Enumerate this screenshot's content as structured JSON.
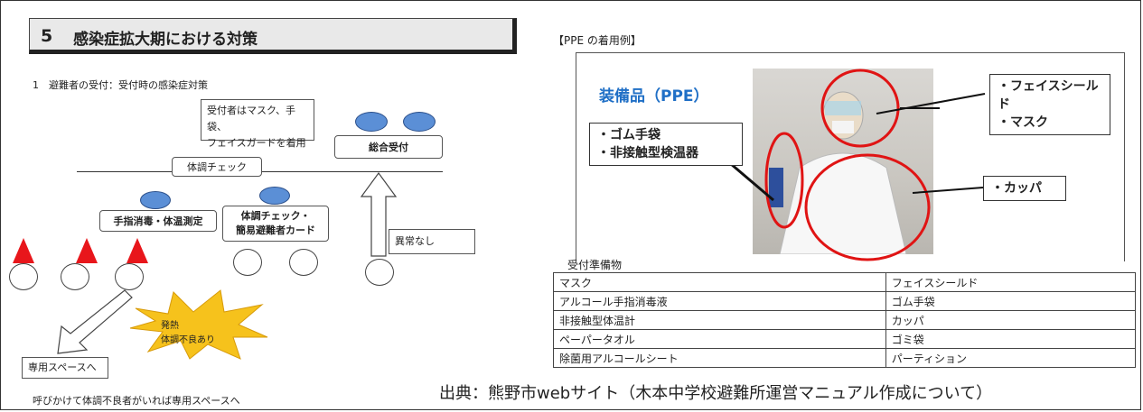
{
  "left_panel": {
    "title_number": "5",
    "title": "感染症拡大期における対策",
    "subtitle": "1　避難者の受付：受付時の感染症対策",
    "note_box": [
      "受付者はマスク、手袋、",
      "フェイスガードを着用"
    ],
    "reception_label": "総合受付",
    "health_check_label": "体調チェック",
    "sanitize_label": "手指消毒・体温測定",
    "card_label_line1": "体調チェック・",
    "card_label_line2": "簡易避難者カード",
    "no_abnormal_label": "異常なし",
    "fever_line1": "発熱",
    "fever_line2": "体調不良あり",
    "dedicated_space_label": "専用スペースへ",
    "footer_note": "呼びかけて体調不良者がいれば専用スペースへ"
  },
  "right_panel": {
    "header": "【PPE の着用例】",
    "ppe_title": "装備品（PPE）",
    "callout_face": [
      "・フェイスシールド",
      "・マスク"
    ],
    "callout_hand": [
      "・ゴム手袋",
      "・非接触型検温器"
    ],
    "callout_body": "・カッパ",
    "supplies_heading": "受付準備物",
    "supplies_rows": [
      [
        "マスク",
        "フェイスシールド"
      ],
      [
        "アルコール手指消毒液",
        "ゴム手袋"
      ],
      [
        "非接触型体温計",
        "カッパ"
      ],
      [
        "ペーパータオル",
        "ゴミ袋"
      ],
      [
        "除菌用アルコールシート",
        "パーティション"
      ]
    ]
  },
  "source_caption": "出典：熊野市webサイト（木本中学校避難所運営マニュアル作成について）",
  "colors": {
    "oval_fill": "#5b8fd6",
    "triangle_fill": "#e8161b",
    "burst_fill": "#f6c21c",
    "highlight_circle": "#e01414",
    "ppe_title": "#1f6fc6"
  }
}
